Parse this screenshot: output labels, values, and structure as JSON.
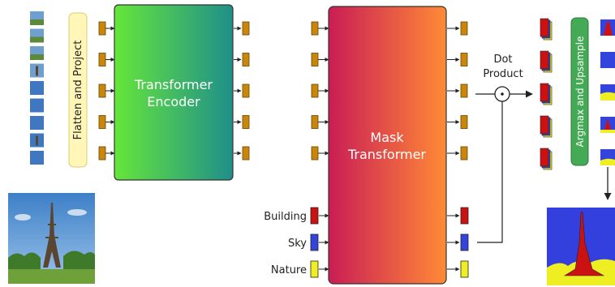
{
  "blocks": {
    "flatten": "Flatten and Project",
    "encoder_line1": "Transformer",
    "encoder_line2": "Encoder",
    "mask_line1": "Mask",
    "mask_line2": "Transformer",
    "argmax": "Argmax and Upsample"
  },
  "dot_product": {
    "line1": "Dot",
    "line2": "Product"
  },
  "classes": [
    {
      "label": "Building",
      "color": "#cc1111"
    },
    {
      "label": "Sky",
      "color": "#3344dd"
    },
    {
      "label": "Nature",
      "color": "#eeee22"
    }
  ],
  "colors": {
    "token": "#c8860a",
    "token_stroke": "#6a4400",
    "encoder_gradient": [
      "#66e63a",
      "#20908a"
    ],
    "mask_gradient": [
      "#cc1f52",
      "#ff8c38"
    ],
    "flatten_fill": "#fff6b8",
    "argmax_fill": "#44aa55"
  },
  "icons": {
    "patches": "image-patch-icon",
    "input_image": "eiffel-tower-photo",
    "masks": "mask-stack-icon",
    "output": "segmentation-map"
  }
}
